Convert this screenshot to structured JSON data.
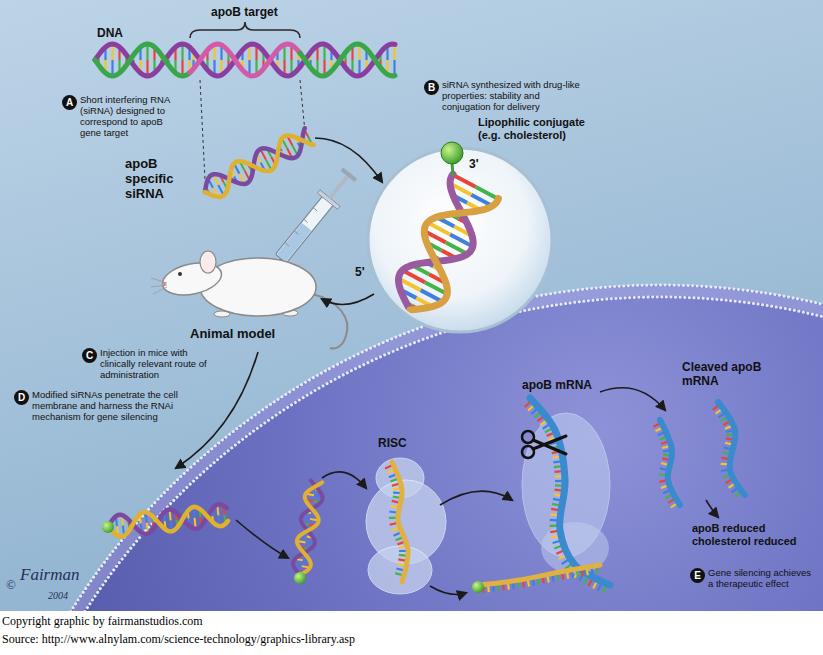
{
  "diagram": {
    "nodes": [
      {
        "text": [
          "A",
          "Short interfering RNA (siRNA) designed to correspond to apoB gene target"
        ]
      },
      {
        "text": [
          "B",
          "siRNA synthesized with drug-like properties: stability and conjugation for delivery"
        ]
      },
      {
        "text": [
          "C",
          "Injection in mice with clinically relevant route of administration"
        ]
      },
      {
        "text": [
          "D",
          "Modified siRNAs penetrate the cell membrane and harness the RNAi mechanism for gene silencing"
        ]
      },
      {
        "text": [
          "E",
          "Gene silencing achieves a therapeutic effect"
        ]
      }
    ],
    "labels": [
      "DNA",
      "apoB target",
      "apoB specific siRNA",
      "Lipophilic conjugate (e.g. cholesterol)",
      "3'",
      "5'",
      "Animal model",
      "RISC",
      "apoB mRNA",
      "Cleaved apoB mRNA",
      "apoB reduced cholesterol reduced",
      "©",
      "Fairman",
      "2004",
      "Copyright graphic by fairmanstudios.com",
      "Source: http://www.alnylam.com/science-technology/graphics-library.asp"
    ]
  }
}
